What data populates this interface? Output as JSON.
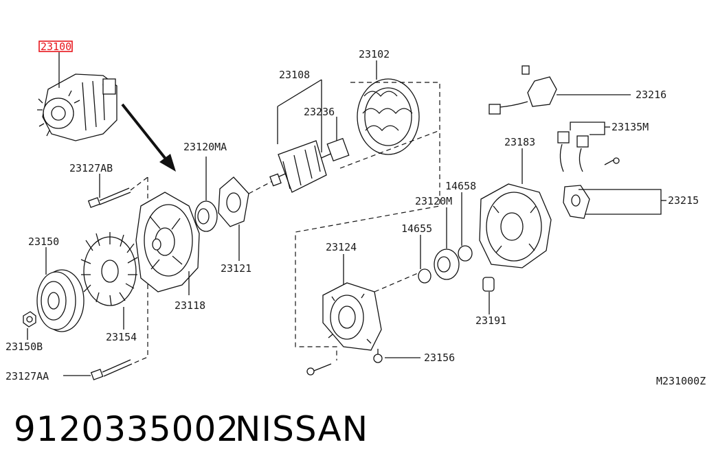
{
  "diagram": {
    "highlighted_label": "23100",
    "labels": {
      "p23102": "23102",
      "p23108": "23108",
      "p23236": "23236",
      "p23120MA": "23120MA",
      "p23127AB": "23127AB",
      "p23150": "23150",
      "p23150B": "23150B",
      "p23154": "23154",
      "p23118": "23118",
      "p23121": "23121",
      "p23127AA": "23127AA",
      "p23124": "23124",
      "p14655": "14655",
      "p23120M": "23120M",
      "p14658": "14658",
      "p23183": "23183",
      "p23191": "23191",
      "p23156": "23156",
      "p23216": "23216",
      "p23135M": "23135M",
      "p23215": "23215"
    },
    "figure_code": "M231000Z",
    "highlight_color": "#e8141b"
  },
  "footer": {
    "part_number": "9120335002",
    "brand": "NISSAN"
  }
}
